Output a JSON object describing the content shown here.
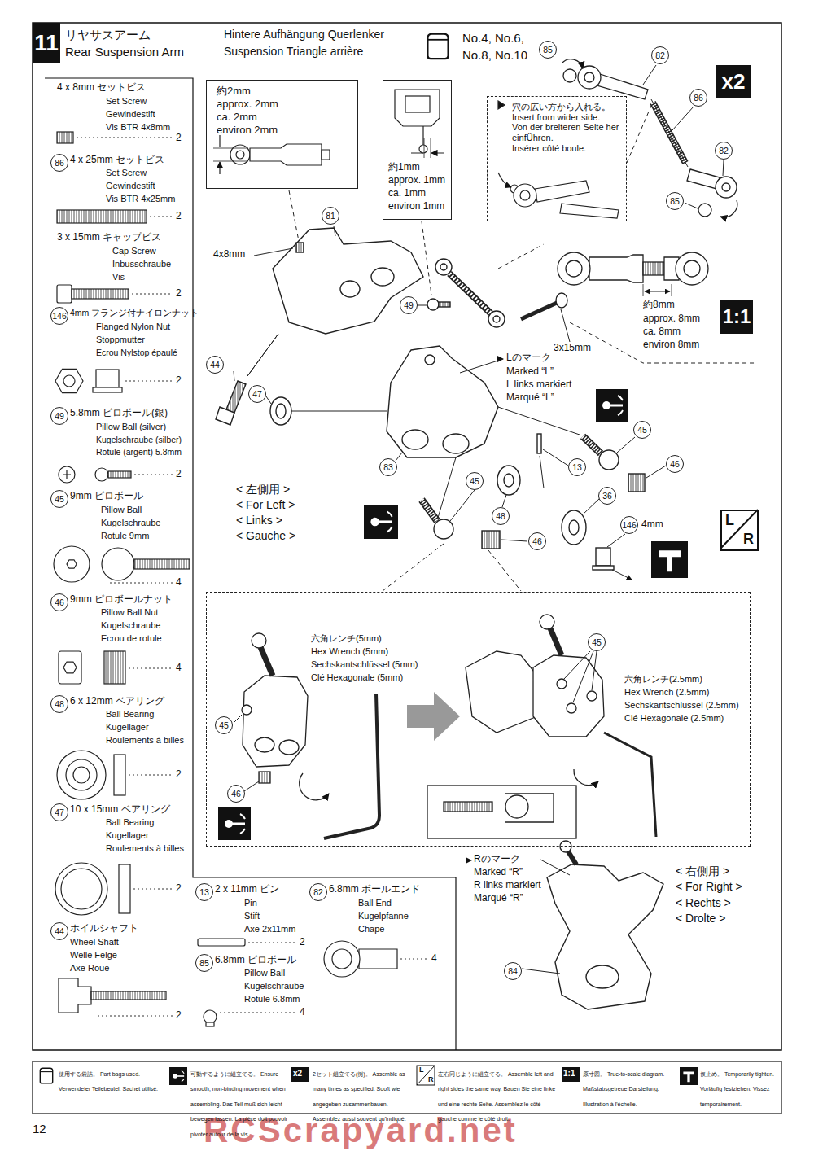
{
  "diagram": {
    "title": "リヤサスアーム",
    "nodes": [
      {
        "text": [
          "11"
        ]
      },
      {
        "text": [
          "約2mm",
          "approx. 2mm",
          "ca. 2mm",
          "environ 2mm"
        ]
      },
      {
        "text": [
          "約1mm",
          "approx. 1mm",
          "ca. 1mm",
          "environ 1mm"
        ]
      },
      {
        "text": [
          "穴の広い方から入れる。",
          "Insert from wider side.",
          "Von der breiteren Seite her einfÜhren.",
          "Insérer côté boule."
        ]
      },
      {
        "text": [
          "x2"
        ]
      },
      {
        "text": [
          "1:1"
        ]
      },
      {
        "text": [
          "L",
          "R"
        ]
      },
      {
        "text": [
          "六角レンチ(5mm)",
          "Hex Wrench (5mm)",
          "Sechskantschlüssel (5mm)",
          "Clé Hexagonale (5mm)",
          "六角レンチ(2.5mm)",
          "Hex Wrench (2.5mm)",
          "Sechskantschlüssel (2.5mm)",
          "Clé Hexagonale (2.5mm)"
        ]
      }
    ],
    "labels": [
      "Rear Suspension Arm",
      "Hintere Aufhängung Querlenker",
      "Suspension Triangle arrière",
      "No.4, No.6, No.8, No.10",
      "4 x 8mm セットビス",
      "Set Screw",
      "Gewindestift",
      "Vis BTR 4x8mm",
      "2",
      "86",
      "4 x 25mm セットビス",
      "Set Screw",
      "Gewindestift",
      "Vis BTR 4x25mm",
      "2",
      "3 x 15mm キャップビス",
      "Cap Screw",
      "Inbusschraube",
      "Vis",
      "2",
      "146",
      "4mm フランジ付ナイロンナット",
      "Flanged Nylon Nut",
      "Stoppmutter",
      "Ecrou Nylstop épaulé",
      "2",
      "49",
      "5.8mm ピロボール(銀)",
      "Pillow Ball (silver)",
      "Kugelschraube (silber)",
      "Rotule (argent) 5.8mm",
      "2",
      "45",
      "9mm ピロボール",
      "Pillow Ball",
      "Kugelschraube",
      "Rotule 9mm",
      "4",
      "46",
      "9mm ピロボールナット",
      "Pillow Ball Nut",
      "Kugelschraube",
      "Ecrou de rotule",
      "4",
      "48",
      "6 x 12mm ベアリング",
      "Ball Bearing",
      "Kugellager",
      "Roulements à billes",
      "2",
      "47",
      "10 x 15mm ベアリング",
      "Ball Bearing",
      "Kugellager",
      "Roulements à billes",
      "2",
      "44",
      "ホイルシャフト",
      "Wheel Shaft",
      "Welle Felge",
      "Axe Roue",
      "2",
      "13",
      "2 x 11mm ピン",
      "Pin",
      "Stift",
      "Axe 2x11mm",
      "2",
      "85",
      "6.8mm ピロボール",
      "Pillow Ball",
      "Kugelschraube",
      "Rotule 6.8mm",
      "4",
      "82",
      "6.8mm ボールエンド",
      "Ball End",
      "Kugelpfanne",
      "Chape",
      "4",
      "85",
      "82",
      "86",
      "82",
      "85",
      "81",
      "49",
      "4x8mm",
      "44",
      "47",
      "3x15mm",
      "Lのマーク",
      "Marked “L”",
      "L links markiert",
      "Marqué “L”",
      "45",
      "46",
      "13",
      "36",
      "48",
      "146",
      "4mm",
      "83",
      "45",
      "46",
      "< 左側用 >",
      "< For Left >",
      "< Links >",
      "< Gauche >",
      "約8mm",
      "approx. 8mm",
      "ca. 8mm",
      "environ 8mm",
      "45",
      "46",
      "45",
      "Rのマーク",
      "Marked “R”",
      "R links markiert",
      "Marqué “R”",
      "< 右側用 >",
      "< For Right >",
      "< Rechts >",
      "< Drolte >",
      "84",
      "x2",
      "L",
      "R",
      "1:1",
      "12",
      "RCScrapyard.net"
    ],
    "legend": [
      {
        "text": "使用する袋詰。 Part bags used. Verwendeter Teilebeutel. Sachet utilisé."
      },
      {
        "text": "可動するように組立てる。 Ensure smooth, non-binding movement when assembling. Das Teil muß sich leicht bewegen lassen. La pièce doit pouvoir pivoter autour de la vis."
      },
      {
        "text": "2セット組立てる(例)。 Assemble as many times as specified. Sooft wie angegeben zusammenbauen. Assemblez aussi souvent qu'indiqué."
      },
      {
        "text": "左右同じように組立てる。 Assemble left and right sides the same way. Bauen Sie eine linke und eine rechte Seite. Assemblez le côté gauche comme le côté droit."
      },
      {
        "text": "原寸図。 True-to-scale diagram. Maßstabsgetreue Darstellung. Illustration à l'échelle."
      },
      {
        "text": "仮止め。 Temporarily tighten. Vorläufig festziehen. Vissez temporairement."
      }
    ]
  }
}
